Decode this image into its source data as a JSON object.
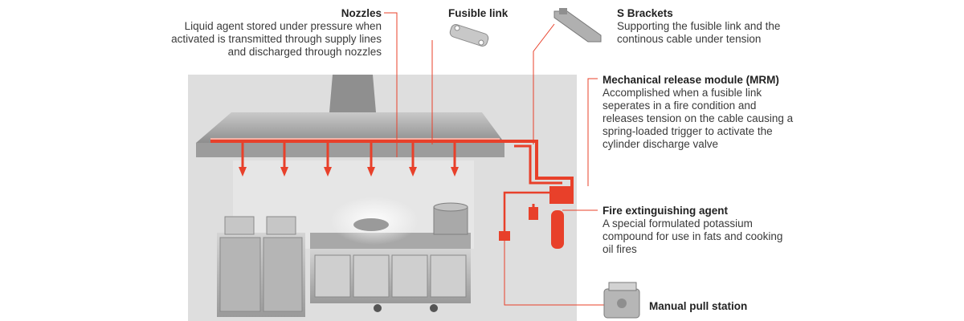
{
  "labels": {
    "nozzles": {
      "title": "Nozzles",
      "desc": "Liquid agent stored under pressure when activated is transmitted through supply lines and discharged through nozzles"
    },
    "fusible_link": {
      "title": "Fusible link"
    },
    "s_brackets": {
      "title": "S Brackets",
      "desc": "Supporting the fusible link and the continous cable under tension"
    },
    "mrm": {
      "title": "Mechanical release module (MRM)",
      "desc": "Accomplished when a fusible link seperates in a fire condition and releases tension on the cable causing a spring-loaded trigger to activate the cylinder discharge valve"
    },
    "agent": {
      "title": "Fire extinguishing agent",
      "desc": "A special formulated potassium compound for use in fats and cooking oil fires"
    },
    "pull_station": {
      "title": "Manual pull station"
    }
  },
  "colors": {
    "pipe": "#e8402a",
    "leader": "#e8402a",
    "wall": "#dcdcdc",
    "steel": "#b9b9b9"
  },
  "icons": {
    "fusible_link": "fusible-link-icon",
    "s_bracket": "s-bracket-icon",
    "pull_station": "pull-station-icon"
  }
}
